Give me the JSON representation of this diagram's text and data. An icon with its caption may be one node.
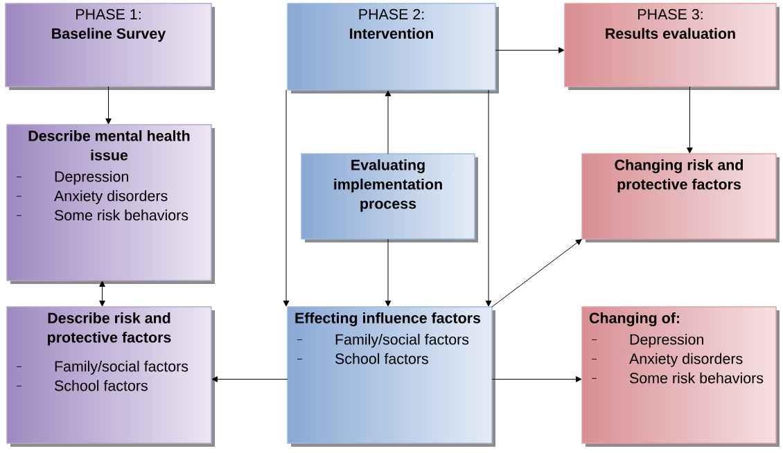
{
  "diagram": {
    "nodes": [
      {
        "text": [
          "PHASE 1:",
          "Baseline Survey"
        ]
      },
      {
        "text": [
          "PHASE 2:",
          "Intervention"
        ]
      },
      {
        "text": [
          "PHASE 3:",
          "Results evaluation"
        ]
      },
      {
        "text": [
          "Describe mental health issue",
          "Depression",
          "Anxiety disorders",
          "Some risk behaviors"
        ]
      },
      {
        "text": [
          "Evaluating implementation process"
        ]
      },
      {
        "text": [
          "Changing risk and protective factors"
        ]
      },
      {
        "text": [
          "Describe risk and protective factors",
          "Family/social factors",
          "School factors"
        ]
      },
      {
        "text": [
          "Effecting influence factors",
          "Family/social factors",
          "School factors"
        ]
      },
      {
        "text": [
          "Changing of:",
          "Depression",
          "Anxiety disorders",
          "Some risk behaviors"
        ]
      }
    ],
    "edges": [
      {
        "from": 0,
        "to": 3,
        "arrow": "to"
      },
      {
        "from": 3,
        "to": 6,
        "arrow": "both"
      },
      {
        "from": 1,
        "to": 2,
        "arrow": "to"
      },
      {
        "from": 2,
        "to": 5,
        "arrow": "to"
      },
      {
        "from": 4,
        "to": 1,
        "arrow": "to"
      },
      {
        "from": 4,
        "to": 7,
        "arrow": "to"
      },
      {
        "from": 1,
        "to": 7,
        "arrow": "to"
      },
      {
        "from": 1,
        "to": 7,
        "arrow": "to"
      },
      {
        "from": 7,
        "to": 5,
        "arrow": "to"
      },
      {
        "from": 7,
        "to": 6,
        "arrow": "to"
      },
      {
        "from": 7,
        "to": 8,
        "arrow": "to"
      }
    ]
  }
}
